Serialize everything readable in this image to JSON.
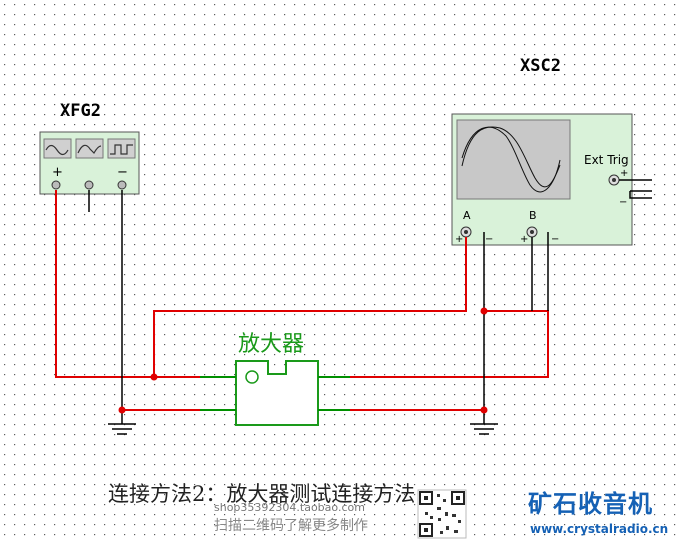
{
  "generator": {
    "name": "XFG2"
  },
  "oscilloscope": {
    "name": "XSC2",
    "ext_trig": "Ext Trig",
    "channel_a": "A",
    "channel_b": "B"
  },
  "amplifier": {
    "label": "放大器"
  },
  "caption": "连接方法2：放大器测试连接方法",
  "watermark": {
    "shop": "shop35392304.taobao.com",
    "qr_hint": "扫描二维码了解更多制作",
    "brand": "矿石收音机",
    "brand_url": "www.crystalradio.cn"
  },
  "colors": {
    "wire_red": "#e00000",
    "wire_green": "#009000",
    "wire_black": "#000000",
    "instrument_fill": "#d9f2d9",
    "brand_blue": "#1561b5"
  }
}
